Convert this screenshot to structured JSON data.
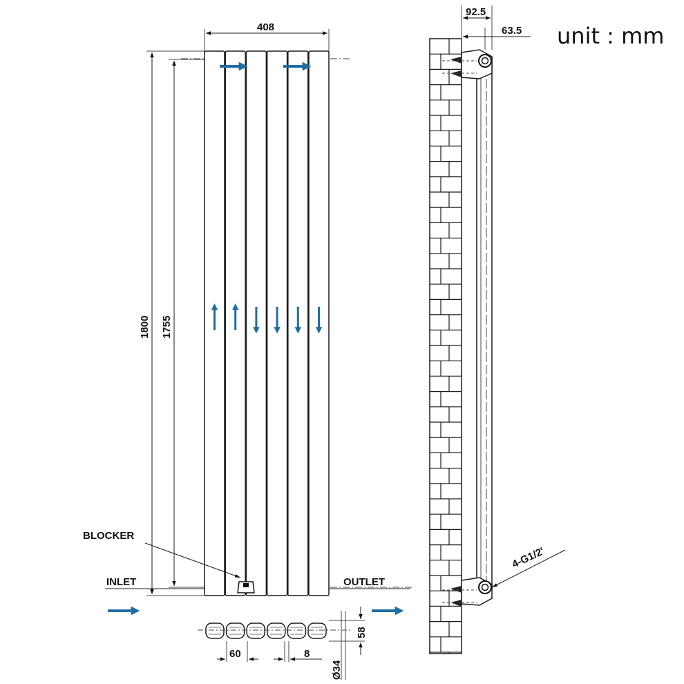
{
  "unit_label": "unit : mm",
  "front_view": {
    "width_label": "408",
    "height_outer_label": "1800",
    "height_inner_label": "1755",
    "blocker_label": "BLOCKER",
    "inlet_label": "INLET",
    "outlet_label": "OUTLET",
    "column_count": 6,
    "flow_directions": [
      "up",
      "up",
      "down",
      "down",
      "down",
      "down"
    ],
    "arrow_color": "#1f6ea3"
  },
  "side_view": {
    "depth_outer_label": "92.5",
    "depth_inner_label": "63.5",
    "connection_label": "4-G1/2'"
  },
  "plan_view": {
    "depth_label": "58",
    "pitch_label": "60",
    "gap_label": "8",
    "tube_label": "Ø34"
  }
}
